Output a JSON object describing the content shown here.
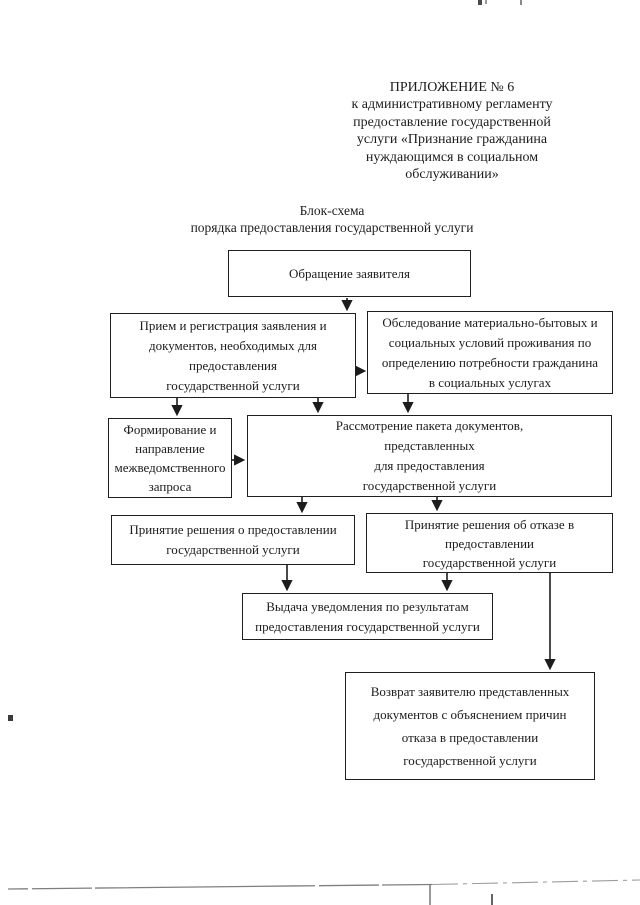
{
  "colors": {
    "ink": "#1c1c1c",
    "paper": "#ffffff"
  },
  "header": {
    "lines": [
      "ПРИЛОЖЕНИЕ № 6",
      "к административному регламенту",
      "предоставление государственной",
      "услуги «Признание гражданина",
      "нуждающимся в социальном",
      "обслуживании»"
    ]
  },
  "title": {
    "lines": [
      "Блок-схема",
      "порядка предоставления государственной услуги"
    ]
  },
  "flowchart": {
    "boxes": {
      "appeal": {
        "lines": [
          "Обращение заявителя"
        ]
      },
      "reception": {
        "lines": [
          "Прием и регистрация заявления и",
          "документов, необходимых для",
          "предоставления",
          "государственной услуги"
        ]
      },
      "inspection": {
        "lines": [
          "Обследование материально-бытовых и",
          "социальных условий проживания по",
          "определению потребности гражданина",
          "в социальных услугах"
        ]
      },
      "interagency_request": {
        "lines": [
          "Формирование и",
          "направление",
          "межведомственного",
          "запроса"
        ]
      },
      "review": {
        "lines": [
          "Рассмотрение пакета документов,",
          "представленных",
          "для предоставления",
          "государственной услуги"
        ]
      },
      "decision_grant": {
        "lines": [
          "Принятие решения о предоставлении",
          "государственной услуги"
        ]
      },
      "decision_refuse": {
        "lines": [
          "Принятие решения об отказе в",
          "предоставлении",
          "государственной услуги"
        ]
      },
      "notification": {
        "lines": [
          "Выдача уведомления по результатам",
          "предоставления государственной услуги"
        ]
      },
      "return_documents": {
        "lines": [
          "Возврат заявителю представленных",
          "документов с объяснением причин",
          "отказа в предоставлении",
          "государственной услуги"
        ]
      }
    }
  }
}
